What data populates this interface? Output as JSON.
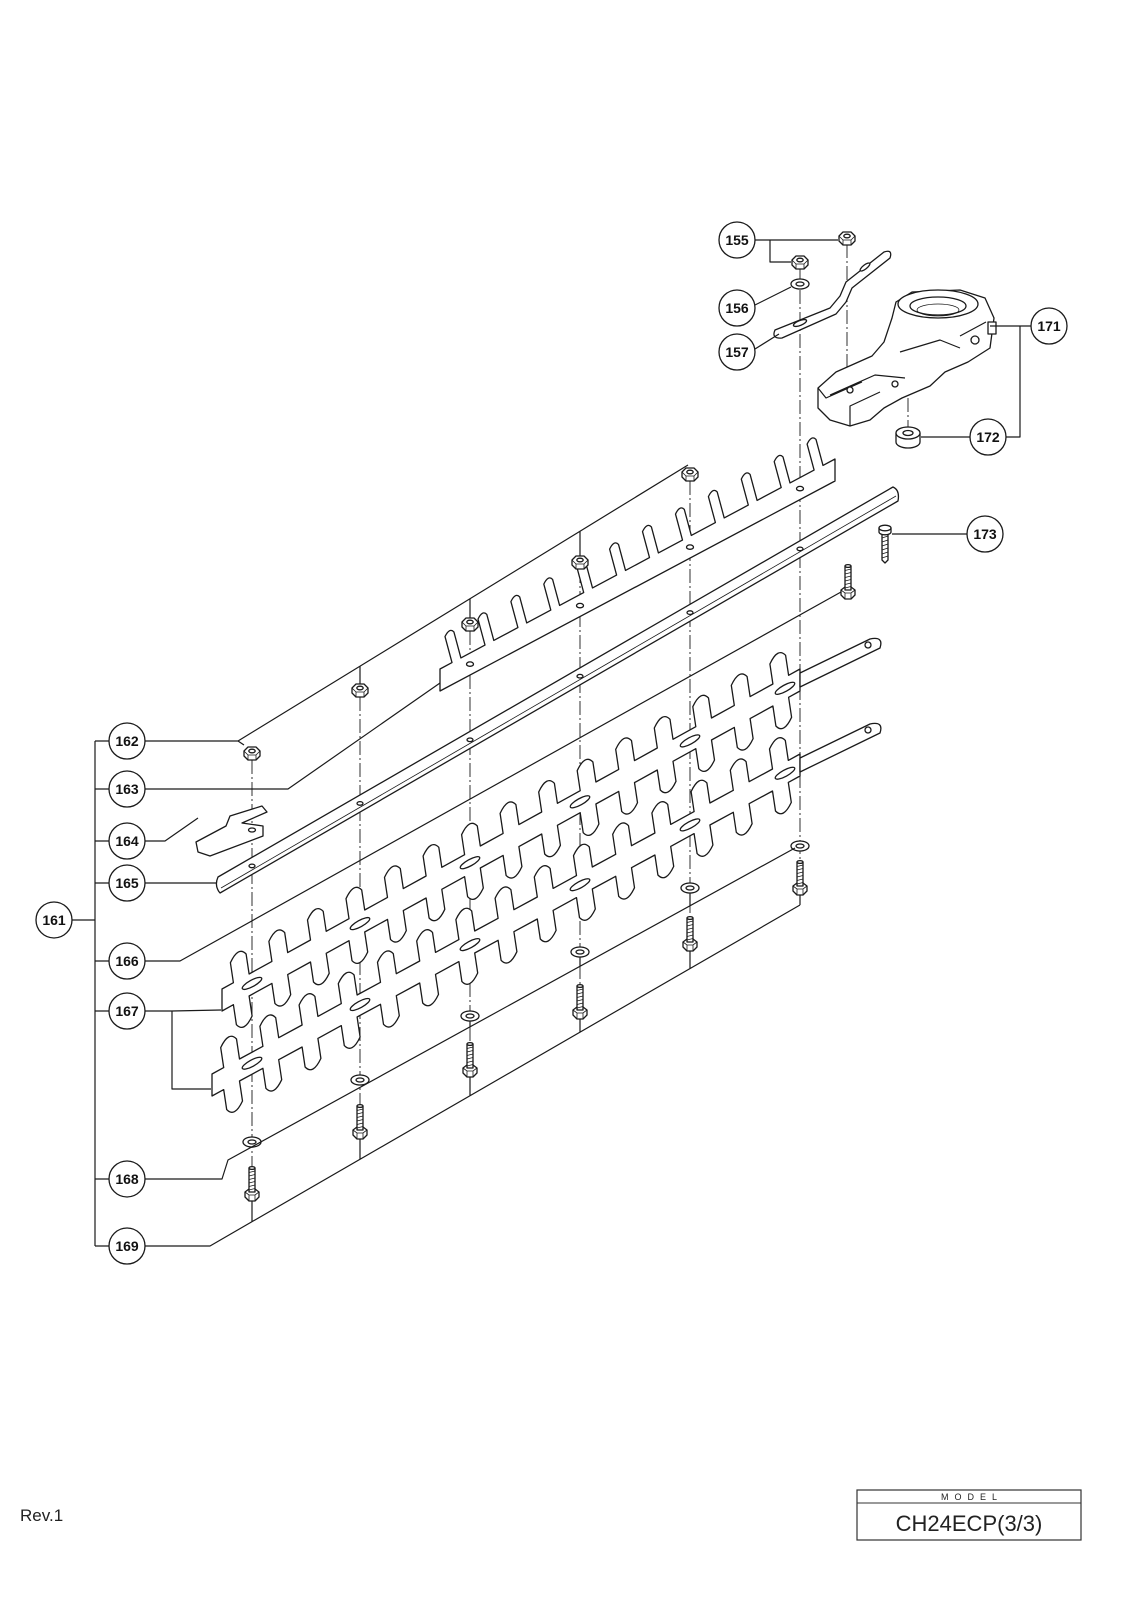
{
  "diagram": {
    "callouts": [
      "155",
      "156",
      "157",
      "171",
      "172",
      "173",
      "161",
      "162",
      "163",
      "164",
      "165",
      "166",
      "167",
      "168",
      "169"
    ]
  },
  "footer": {
    "revision": "Rev.1",
    "model_label": "MODEL",
    "model": "CH24ECP(3/3)"
  }
}
